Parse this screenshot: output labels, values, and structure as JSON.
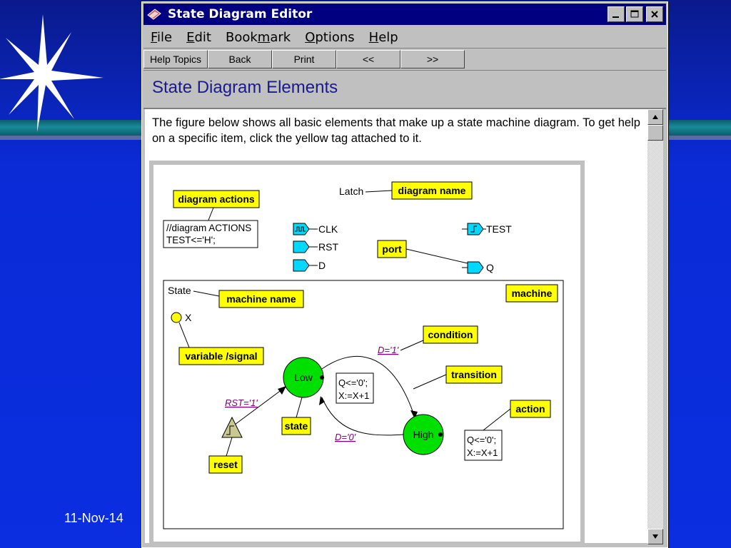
{
  "slide": {
    "date": "11-Nov-14"
  },
  "window": {
    "title": "State Diagram Editor",
    "menu": [
      {
        "label": "File",
        "u": "F",
        "rest": "ile"
      },
      {
        "label": "Edit",
        "u": "E",
        "rest": "dit"
      },
      {
        "label": "Bookmark",
        "pre": "Book",
        "u": "m",
        "rest": "ark"
      },
      {
        "label": "Options",
        "u": "O",
        "rest": "ptions"
      },
      {
        "label": "Help",
        "u": "H",
        "rest": "elp"
      }
    ],
    "toolbar": {
      "help_topics": "Help Topics",
      "back": "Back",
      "print": "Print",
      "prev": "<<",
      "next": ">>"
    },
    "heading": "State Diagram Elements",
    "intro": "The figure below shows all basic elements that make up a state machine diagram. To get help on a specific item, click the yellow tag attached to it."
  },
  "diagram": {
    "tags": {
      "diagram_actions": "diagram actions",
      "diagram_name": "diagram name",
      "port": "port",
      "machine_name": "machine name",
      "machine": "machine",
      "condition": "condition",
      "variable_signal": "variable /signal",
      "transition": "transition",
      "action": "action",
      "state": "state",
      "reset": "reset"
    },
    "latch": "Latch",
    "actions_box_line1": "//diagram ACTIONS",
    "actions_box_line2": "TEST<='H';",
    "ports": {
      "clk": "CLK",
      "rst": "RST",
      "d": "D",
      "test": "TEST",
      "q": "Q"
    },
    "machine_label": "State",
    "variable_label": "X",
    "states": {
      "low": "Low",
      "high": "High"
    },
    "conditions": {
      "d1": "D='1'",
      "d0": "D='0'",
      "rst1": "RST='1'"
    },
    "actions_low_1": "Q<='0';",
    "actions_low_2": "X:=X+1",
    "actions_high_1": "Q<='0';",
    "actions_high_2": "X:=X+1"
  },
  "colors": {
    "tag_yellow": "#ffff00",
    "state_green": "#00e000",
    "port_cyan": "#00d8ff",
    "condition_purple": "#800080"
  }
}
